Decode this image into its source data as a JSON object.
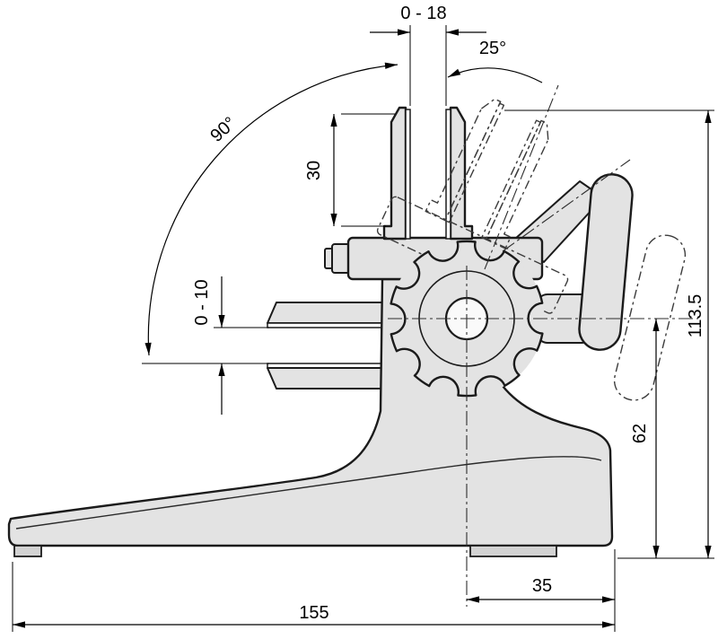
{
  "meta": {
    "drawing": "micrometer-stand-side-view-dimensions"
  },
  "dims": {
    "jaw_opening_top": "0 - 18",
    "tilt_angle": "25°",
    "swivel_angle": "90°",
    "jaw_face_height": "30",
    "jaw_opening_side": "0 - 10",
    "overall_height": "113.5",
    "center_height": "62",
    "center_offset": "35",
    "base_length": "155"
  }
}
